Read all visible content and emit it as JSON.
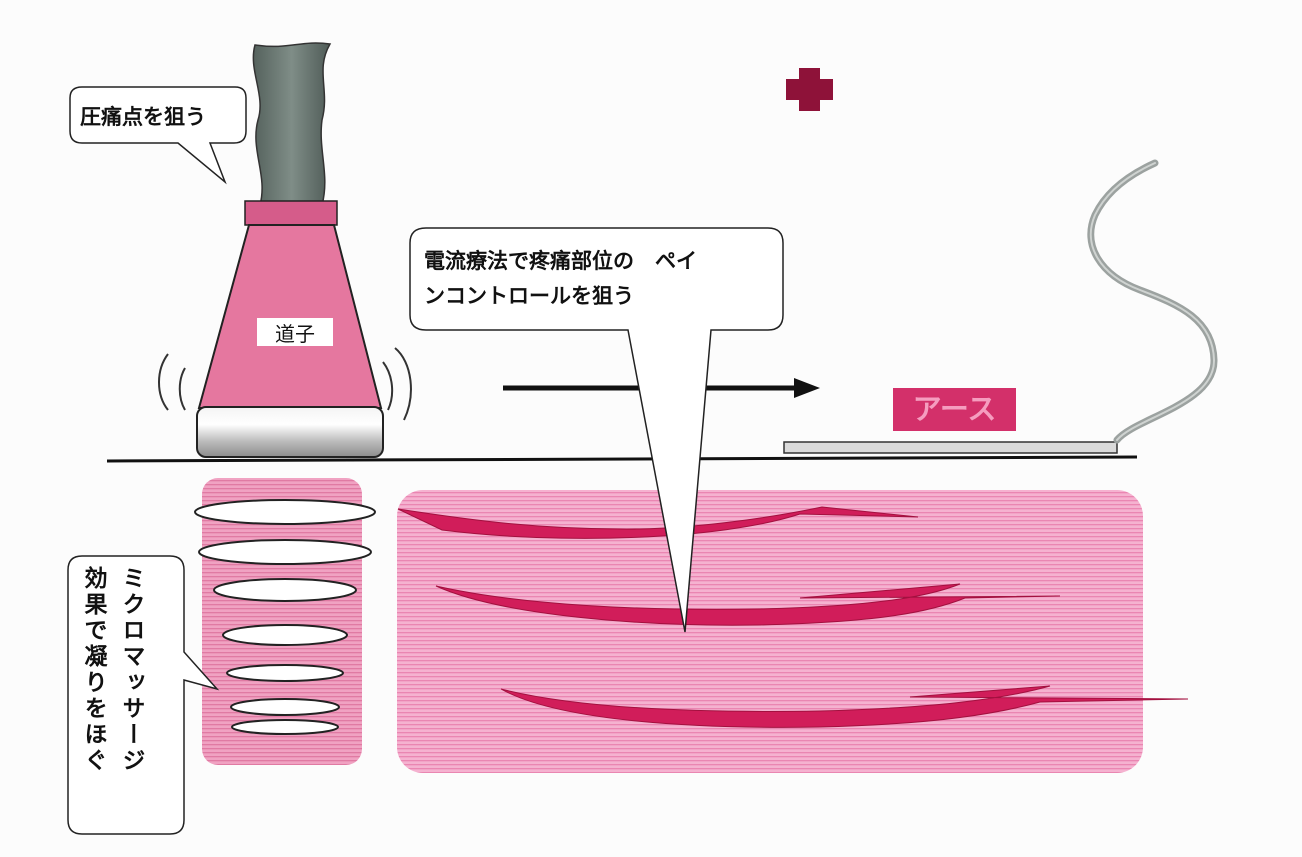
{
  "callouts": {
    "pressure_point": "圧痛点を狙う",
    "pain_control_line1": "電流療法で疼痛部位の　ペイ",
    "pain_control_line2": "ンコントロールを狙う",
    "micro_massage_col1": "ミクロマッサージ",
    "micro_massage_col2": "効果で凝りをほぐ"
  },
  "labels": {
    "probe": "道子",
    "earth": "アース"
  },
  "icons": {
    "cross": "plus-icon"
  },
  "colors": {
    "tissue_pink": "#f3a6c8",
    "probe_pink": "#e5779f",
    "current_arrow": "#d11d5a",
    "cross_maroon": "#8e1239",
    "earth_label_bg": "#d3306a",
    "cable_gray": "#6c7a74"
  }
}
